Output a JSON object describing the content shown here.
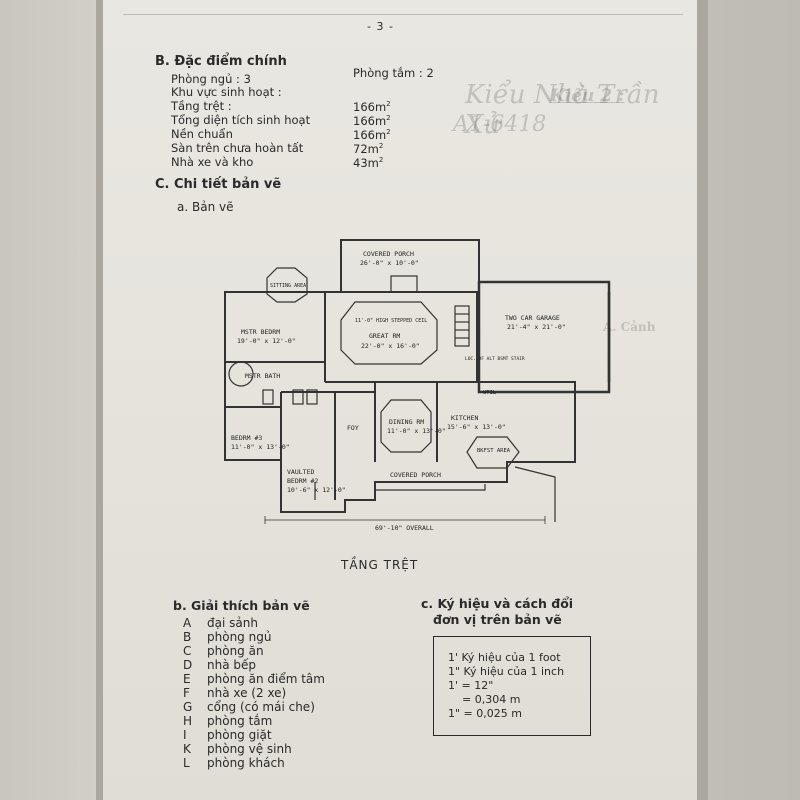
{
  "page_number": "- 3 -",
  "ghost_text": {
    "kieu": "Kiểu 2 :",
    "title": "Kiểu Nhà Trần Xử",
    "code": "A1-6418",
    "side_a": "A. Cảnh"
  },
  "section_b": {
    "heading": "B. Đặc điểm chính",
    "bedrooms": "Phòng ngủ : 3",
    "bathrooms": "Phòng tắm : 2",
    "living_area": "Khu vực sinh hoạt :",
    "rows": [
      {
        "label": "Tầng trệt :",
        "value": "166m",
        "unit": "2"
      },
      {
        "label": "Tổng diện tích sinh hoạt",
        "value": "166m",
        "unit": "2"
      },
      {
        "label": "Nền chuẩn",
        "value": "166m",
        "unit": "2"
      },
      {
        "label": "Sàn trên chưa hoàn tất",
        "value": "72m",
        "unit": "2"
      },
      {
        "label": "Nhà xe và kho",
        "value": "43m",
        "unit": "2"
      }
    ]
  },
  "section_c": {
    "heading": "C. Chi tiết bản vẽ",
    "sub_a": "a. Bản vẽ"
  },
  "floor_plan": {
    "caption": "TẦNG TRỆT",
    "rooms": {
      "covered_porch_top": "COVERED PORCH",
      "covered_porch_top_dim": "26'-0\" x 10'-0\"",
      "garage": "TWO CAR GARAGE",
      "garage_dim": "21'-4\" x 21'-0\"",
      "sitting": "SITTING AREA",
      "mstr_bedrm": "MSTR BEDRM",
      "mstr_dim": "19'-0\" x 12'-0\"",
      "great_rm_ceil": "11'-0\" HIGH STEPPED CEIL",
      "great_rm": "GREAT RM",
      "great_dim": "22'-0\" x 16'-0\"",
      "mstr_bath": "MSTR BATH",
      "dining": "DINING RM",
      "dining_dim": "11'-0\" x 13'-0\"",
      "kitchen": "KITCHEN",
      "kitchen_dim": "15'-6\" x 13'-0\"",
      "bkfst": "BKFST AREA",
      "bedrm3": "BEDRM #3",
      "bedrm3_dim": "11'-0\" x 13'-0\"",
      "bedrm2": "BEDRM #2",
      "bedrm2_dim": "10'-6\" x 12'-0\"",
      "vaulted": "VAULTED",
      "covered_porch_bottom": "COVERED PORCH",
      "overall": "69'-10\" OVERALL",
      "foy": "FOY",
      "util": "UTIL",
      "loc_alt": "LOC. OF ALT BSMT STAIR"
    }
  },
  "legend": {
    "heading": "b. Giải thích bản vẽ",
    "items": [
      {
        "letter": "A",
        "text": "đại sảnh"
      },
      {
        "letter": "B",
        "text": "phòng ngủ"
      },
      {
        "letter": "C",
        "text": "phòng ăn"
      },
      {
        "letter": "D",
        "text": "nhà bếp"
      },
      {
        "letter": "E",
        "text": "phòng ăn điểm tâm"
      },
      {
        "letter": "F",
        "text": "nhà xe (2 xe)"
      },
      {
        "letter": "G",
        "text": "cổng (có mái che)"
      },
      {
        "letter": "H",
        "text": "phòng tắm"
      },
      {
        "letter": "I",
        "text": "phòng giặt"
      },
      {
        "letter": "K",
        "text": "phòng vệ sinh"
      },
      {
        "letter": "L",
        "text": "phòng khách"
      }
    ]
  },
  "conversion": {
    "heading_line1": "c. Ký hiệu và cách đổi",
    "heading_line2": "đơn vị trên bản vẽ",
    "lines": [
      "1' Ký hiệu của 1 foot",
      "1\" Ký hiệu của 1 inch",
      "1' = 12\"",
      "= 0,304 m",
      "1\" = 0,025 m"
    ]
  }
}
